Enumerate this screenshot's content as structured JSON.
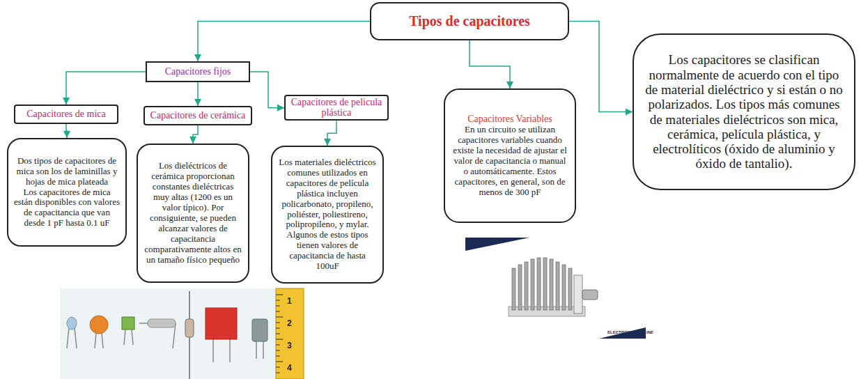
{
  "diagram": {
    "nodes": [
      {
        "text": [
          "Tipos de capacitores"
        ]
      },
      {
        "text": [
          "Capacitores fijos"
        ]
      },
      {
        "text": [
          "Capacitores de mica"
        ]
      },
      {
        "text": [
          "Capacitores de cerámica"
        ]
      },
      {
        "text": [
          "Capacitores de pelicula plástica"
        ]
      },
      {
        "text": [
          "Dos tipos de capacitores de mica son los de laminillas y hojas de mica plateada",
          "Los capacitores de mica están disponibles con valores de capacitancia que van desde 1 pF hasta 0.1 uF"
        ]
      },
      {
        "text": [
          "Los dieléctricos de cerámica proporcionan constantes dieléctricas muy altas (1200 es un valor típico). Por consiguiente, se pueden alcanzar valores de capacitancia comparativamente altos en un tamaño físico pequeño"
        ]
      },
      {
        "text": [
          "Los materiales dieléctricos comunes utilizados en capacitores de película plástica incluyen policarbonato, propileno, poliéster, poliestireno, polipropileno, y mylar. Algunos de estos tipos tienen valores de capacitancia de hasta 100uF"
        ]
      },
      {
        "text": [
          "Capacitores Variables",
          "En un circuito se utilizan capacitores variables cuando existe la necesidad de ajustar el valor de capacitancia o manual o automáticamente. Estos capacitores, en general, son de menos de 300 pF"
        ]
      },
      {
        "text": [
          "Los capacitores se clasifican normalmente de acuerdo con el tipo de material dieléctrico y si están o no polarizados. Los tipos más comunes de materiales dieléctricos son mica, cerámica, película plástica, y electrolíticos (óxido de aluminio y óxido de tantalio)."
        ]
      }
    ],
    "edges": [
      {
        "from": 0,
        "to": 1,
        "arrow": "to"
      },
      {
        "from": 0,
        "to": 8,
        "arrow": "to"
      },
      {
        "from": 0,
        "to": 9,
        "arrow": "to"
      },
      {
        "from": 1,
        "to": 2,
        "arrow": "to"
      },
      {
        "from": 1,
        "to": 3,
        "arrow": "to"
      },
      {
        "from": 1,
        "to": 4,
        "arrow": "to"
      },
      {
        "from": 2,
        "to": 5,
        "arrow": "to"
      },
      {
        "from": 3,
        "to": 6,
        "arrow": "to"
      },
      {
        "from": 4,
        "to": 7,
        "arrow": "to"
      }
    ],
    "labels": [
      "1",
      "2",
      "3",
      "4",
      "ELECTRONICAONLINE"
    ]
  }
}
